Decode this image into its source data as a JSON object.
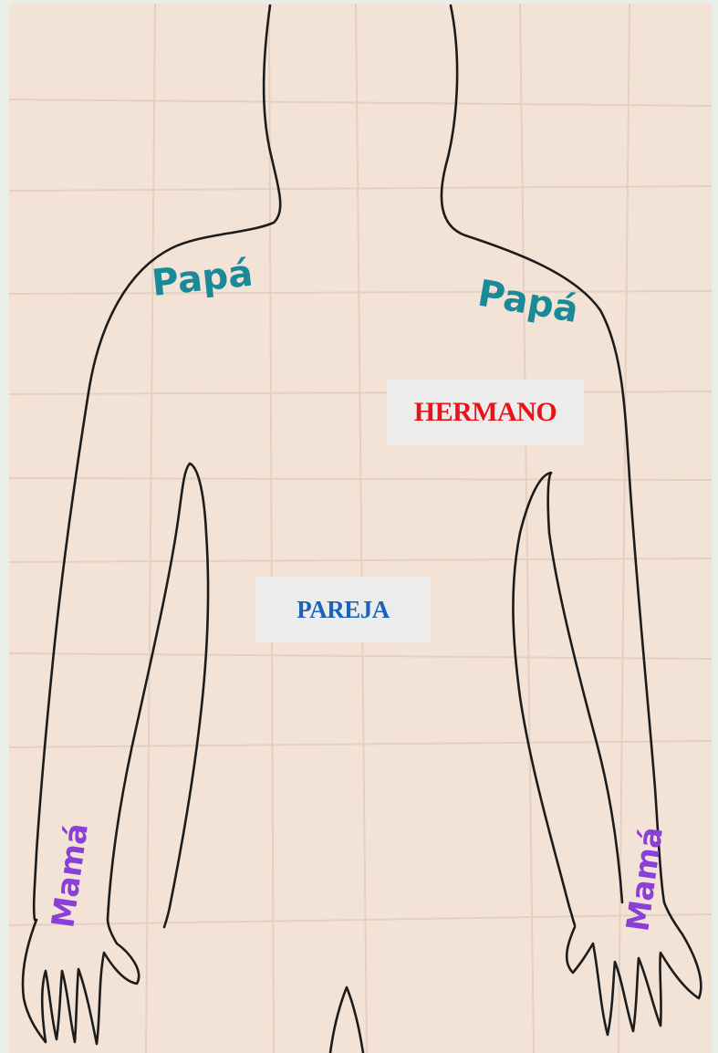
{
  "labels": {
    "hermano": "HERMANO",
    "pareja": "PAREJA"
  },
  "handwriting": {
    "left_shoulder": "Papá",
    "right_shoulder": "Papá",
    "left_wrist": "Mamá",
    "right_wrist": "Mamá"
  },
  "colors": {
    "paper": "#f3e3d7",
    "outline": "#1c1c1c",
    "papa_teal": "#1a8a98",
    "mama_purple": "#8a3fd8",
    "hermano_red": "#e8141a",
    "pareja_blue": "#1b63b8"
  }
}
